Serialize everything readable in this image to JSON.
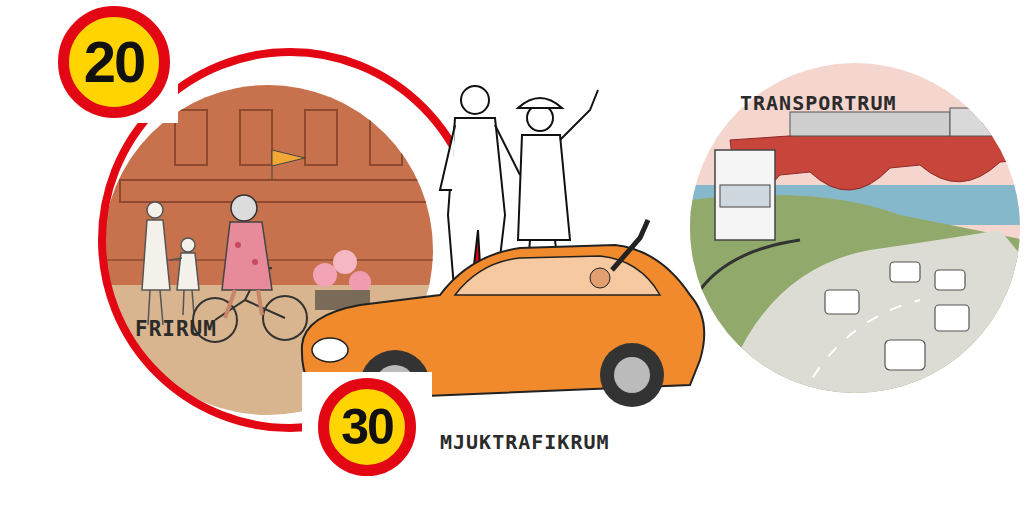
{
  "diagram": {
    "nodes": [
      {
        "text": [
          "20"
        ]
      },
      {
        "text": [
          "FRIRUM"
        ]
      },
      {
        "text": [
          "30"
        ]
      },
      {
        "text": [
          "TRANSPORTRUM"
        ]
      }
    ],
    "labels": [
      "MJUKTRAFIKRUM"
    ]
  }
}
